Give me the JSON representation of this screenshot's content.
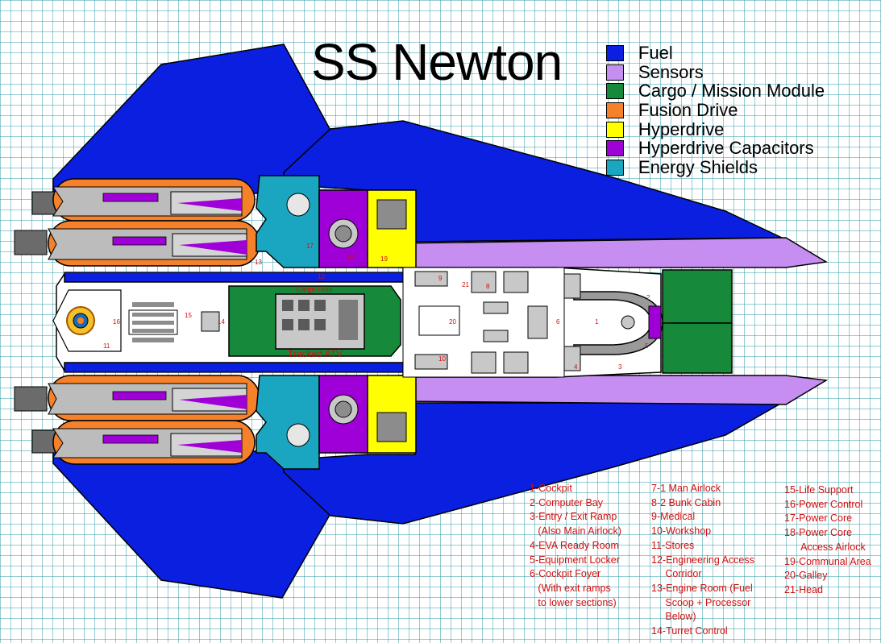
{
  "title": "SS Newton",
  "colors": {
    "grid_line": "#2a9aa6",
    "outline": "#000000",
    "fuel": "#0a1fe0",
    "sensors": "#c58ef0",
    "cargo": "#168a3a",
    "fusion": "#f5812a",
    "hyperdrive": "#ffff00",
    "capacitors": "#a000d8",
    "shields": "#1aa6c0",
    "hull_grey": "#b8b8b8",
    "dark_grey": "#7c7c7c",
    "key_text": "#d01010"
  },
  "legend": [
    {
      "label": "Fuel",
      "color": "#0a1fe0"
    },
    {
      "label": "Sensors",
      "color": "#c58ef0"
    },
    {
      "label": "Cargo / Mission Module",
      "color": "#168a3a"
    },
    {
      "label": "Fusion Drive",
      "color": "#f5812a"
    },
    {
      "label": "Hyperdrive",
      "color": "#ffff00"
    },
    {
      "label": "Hyperdrive Capacitors",
      "color": "#a000d8"
    },
    {
      "label": "Energy Shields",
      "color": "#1aa6c0"
    }
  ],
  "module_labels": {
    "tracked_atv": "Tracked ATV",
    "cargo_top": "Cargo Hold"
  },
  "room_numbers": {
    "n1": "1",
    "n2": "2",
    "n3": "3",
    "n4": "4",
    "n5": "5",
    "n6": "6",
    "n8": "8",
    "n9": "9",
    "n10": "10",
    "n11": "11",
    "n12": "12",
    "n13": "13",
    "n14": "14",
    "n15": "15",
    "n16": "16",
    "n17": "17",
    "n18": "18",
    "n19": "19",
    "n20": "20",
    "n21": "21"
  },
  "key_columns": [
    [
      "1-Cockpit",
      "2-Computer Bay",
      "3-Entry / Exit Ramp",
      "   (Also Main Airlock)",
      "4-EVA Ready Room",
      "5-Equipment Locker",
      "6-Cockpit Foyer",
      "   (With exit ramps",
      "   to lower sections)"
    ],
    [
      "7-1 Man Airlock",
      "8-2 Bunk Cabin",
      "9-Medical",
      "10-Workshop",
      "11-Stores",
      "12-Engineering Access",
      "     Corridor",
      "13-Engine Room (Fuel",
      "     Scoop + Processor",
      "     Below)",
      "14-Turret Control"
    ],
    [
      "15-Life Support",
      "16-Power Control",
      "17-Power Core",
      "18-Power Core",
      "      Access Airlock",
      "19-Communal Area",
      "20-Galley",
      "21-Head"
    ]
  ]
}
